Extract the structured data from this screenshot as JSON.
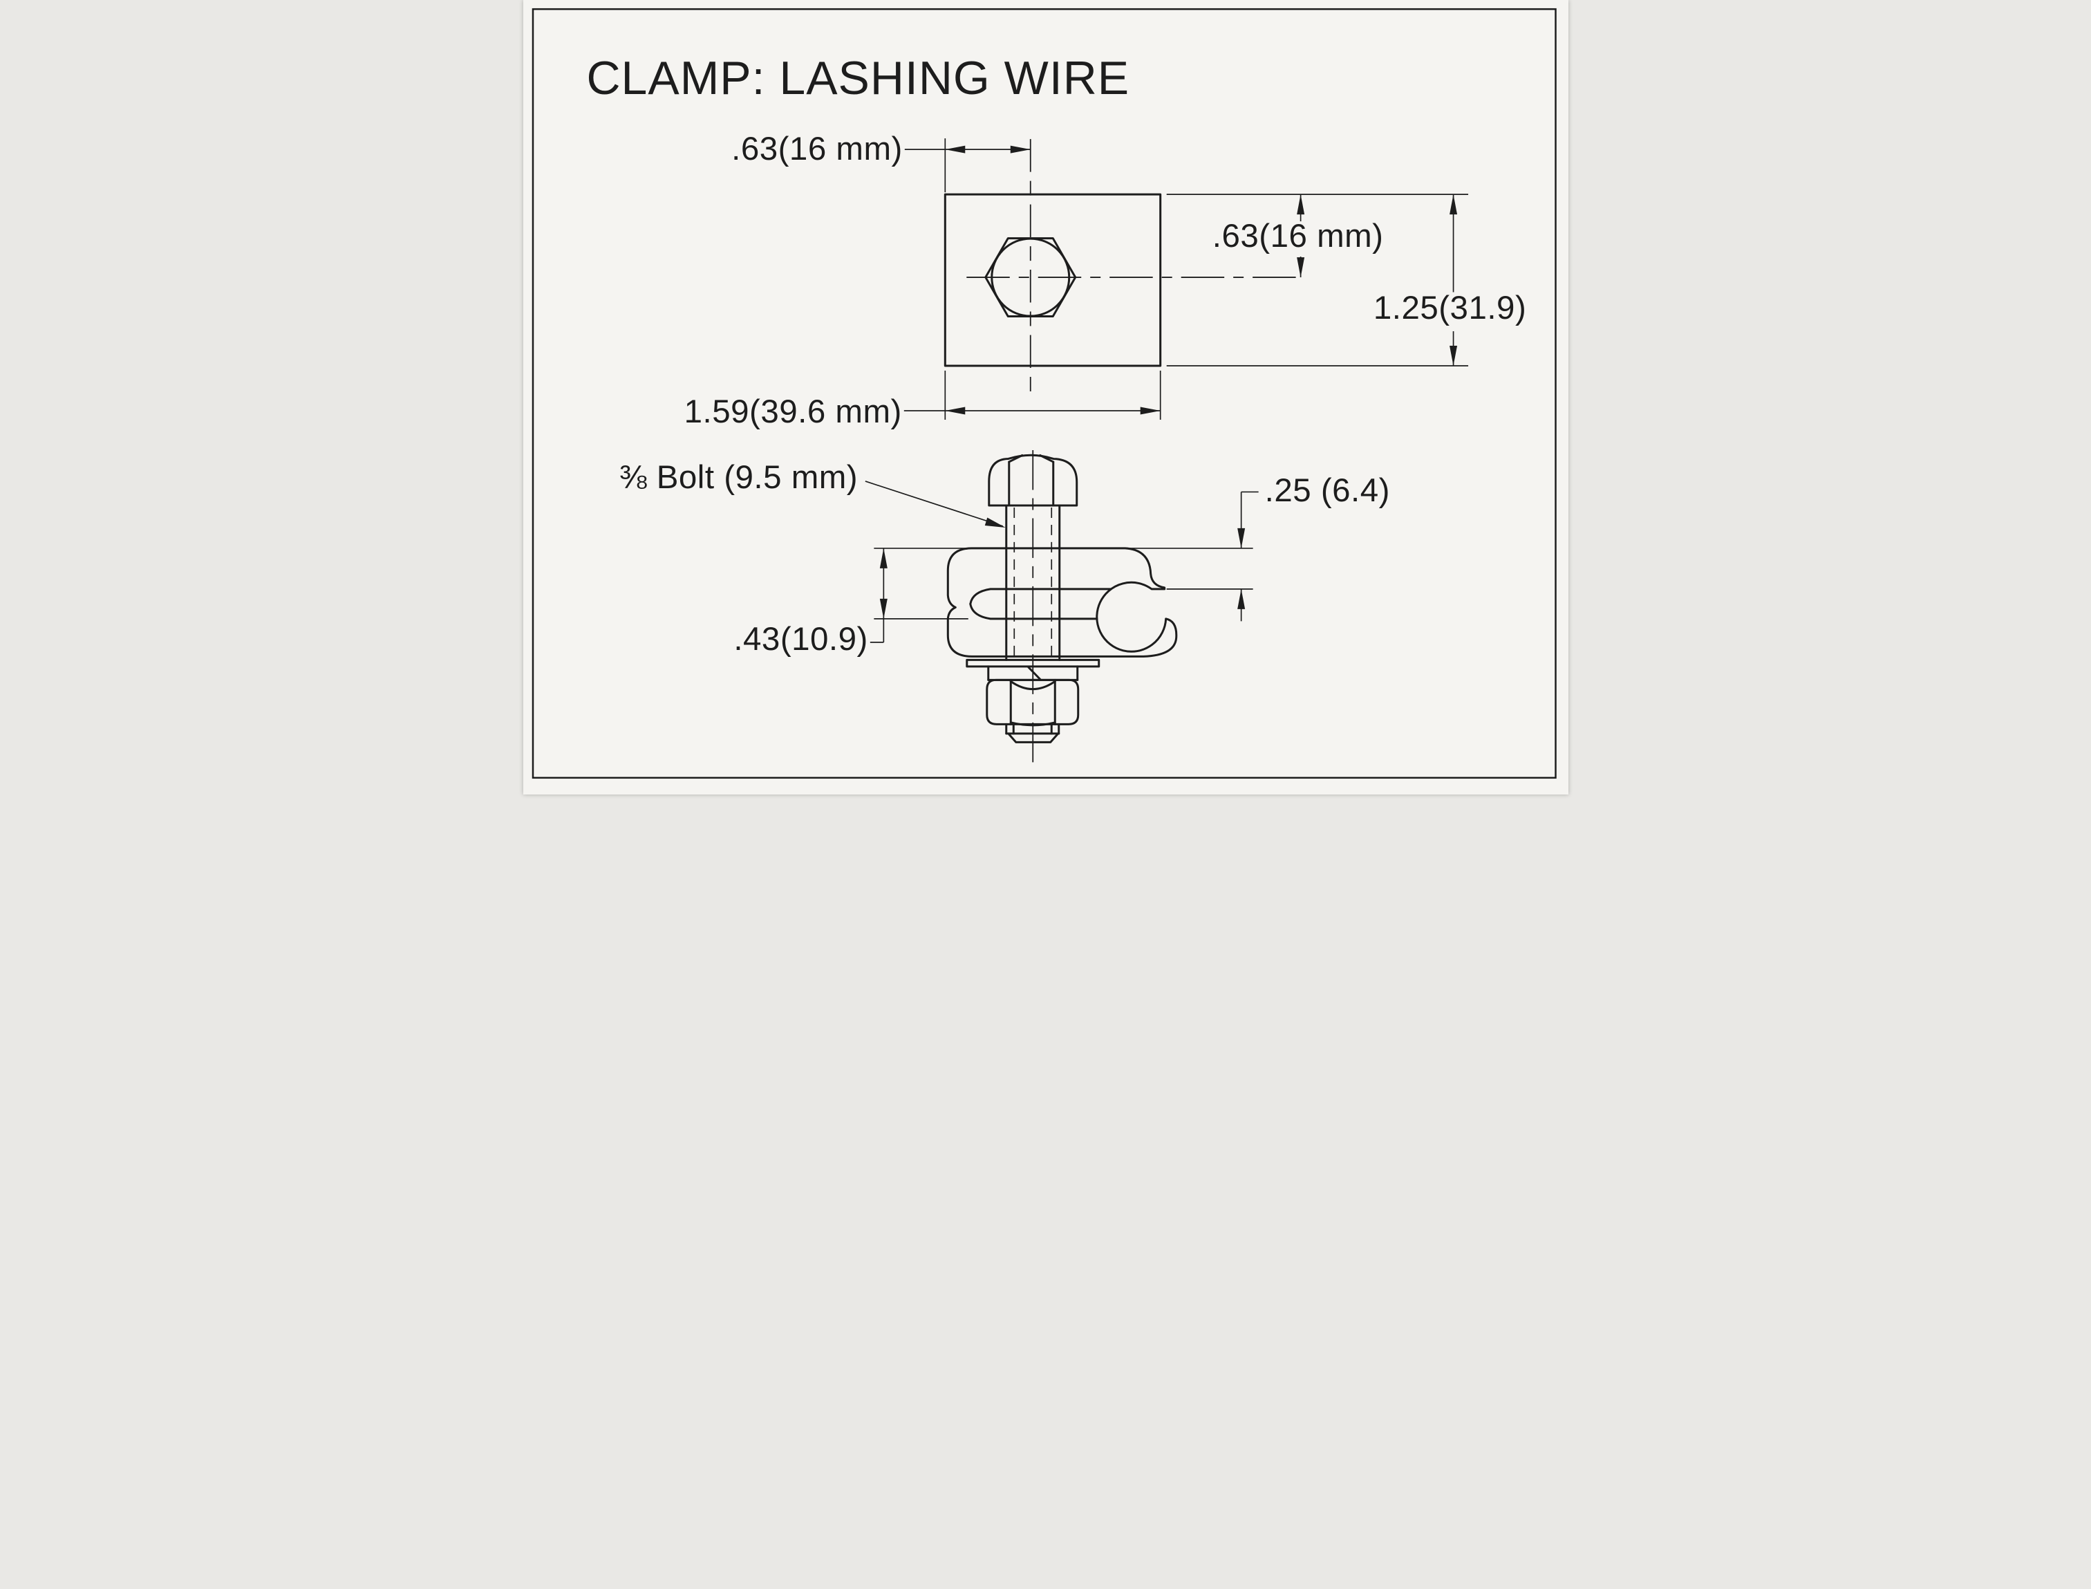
{
  "colors": {
    "paper": "#f5f4f1",
    "ink": "#1d1d1d"
  },
  "title": "CLAMP: LASHING WIRE",
  "top_view": {
    "dim_hole_offset_horizontal": ".63(16 mm)",
    "dim_hole_offset_vertical": ".63(16 mm)",
    "dim_overall_height": "1.25(31.9)",
    "dim_overall_width": "1.59(39.6 mm)"
  },
  "side_view": {
    "bolt_label": "⅜ Bolt (9.5 mm)",
    "dim_plate_thickness": ".25 (6.4)",
    "dim_jaw_depth": ".43(10.9)"
  }
}
